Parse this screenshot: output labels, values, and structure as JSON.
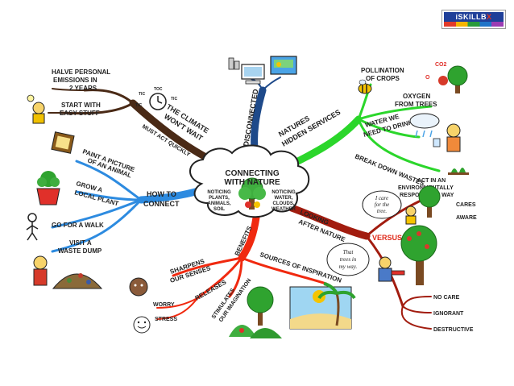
{
  "logo": {
    "text_main": "iSKILLB",
    "text_x": "X"
  },
  "center": {
    "title_line1": "CONNECTING",
    "title_line2": "WITH NATURE",
    "left_note": [
      "NOTICING",
      "PLANTS,",
      "ANIMALS,",
      "SOIL"
    ],
    "right_note": [
      "NOTICING",
      "WATER,",
      "CLOUDS,",
      "WEATHER"
    ]
  },
  "branches": {
    "climate": {
      "label_line1": "THE CLIMATE",
      "label_line2": "WON'T WAIT",
      "sub_must": "MUST ACT QUICKLY",
      "halve": [
        "HALVE PERSONAL",
        "EMISSIONS IN",
        "2 YEARS"
      ],
      "start": [
        "START WITH",
        "EASY STUFF"
      ],
      "tic1": "TIC",
      "toc": "TOC",
      "tic2": "TIC",
      "tic3": "TIC"
    },
    "disconnected": {
      "label": "DISCONNECTED"
    },
    "services": {
      "label_line1": "NATURES",
      "label_line2": "HIDDEN SERVICES",
      "pollination": [
        "POLLINATION",
        "OF CROPS"
      ],
      "oxygen": [
        "OXYGEN",
        "FROM TREES"
      ],
      "water": [
        "WATER WE",
        "NEED TO DRINK"
      ],
      "break": "BREAK DOWN WASTES",
      "co2": "CO2",
      "o2": "O"
    },
    "connect": {
      "label_line1": "HOW TO",
      "label_line2": "CONNECT",
      "paint": [
        "PAINT A PICTURE",
        "OF AN ANIMAL"
      ],
      "grow": [
        "GROW A",
        "LOCAL PLANT"
      ],
      "walk": "GO FOR A WALK",
      "visit": [
        "VISIT A",
        "WASTE DUMP"
      ]
    },
    "looking": {
      "label_line1": "LOOKING",
      "label_line2": "AFTER NATURE",
      "act": [
        "ACT IN AN",
        "ENVIRONMENTALLY",
        "RESPONSIBLE WAY"
      ],
      "versus": "VERSUS",
      "cares": "CARES",
      "aware": "AWARE",
      "no_care": "NO CARE",
      "ignorant": "IGNORANT",
      "destructive": "DESTRUCTIVE",
      "bubble_care": [
        "I care",
        "for the",
        "tree."
      ],
      "bubble_way": [
        "That",
        "trees in",
        "my way."
      ]
    },
    "benefits": {
      "label": "BENEFITS",
      "senses": [
        "SHARPENS",
        "OUR SENSES"
      ],
      "releases": "RELEASES",
      "worry": "WORRY",
      "stress": "STRESS",
      "imagination": [
        "STIMULATES",
        "OUR IMAGINATION"
      ],
      "inspiration": "SOURCES OF INSPIRATION"
    }
  },
  "colors": {
    "climate": "#4a2a16",
    "disconnected": "#1e4a8a",
    "services": "#2bd62b",
    "connect": "#2d8be0",
    "looking": "#a21c0f",
    "benefits": "#f0290f",
    "versus": "#e02a1a"
  }
}
